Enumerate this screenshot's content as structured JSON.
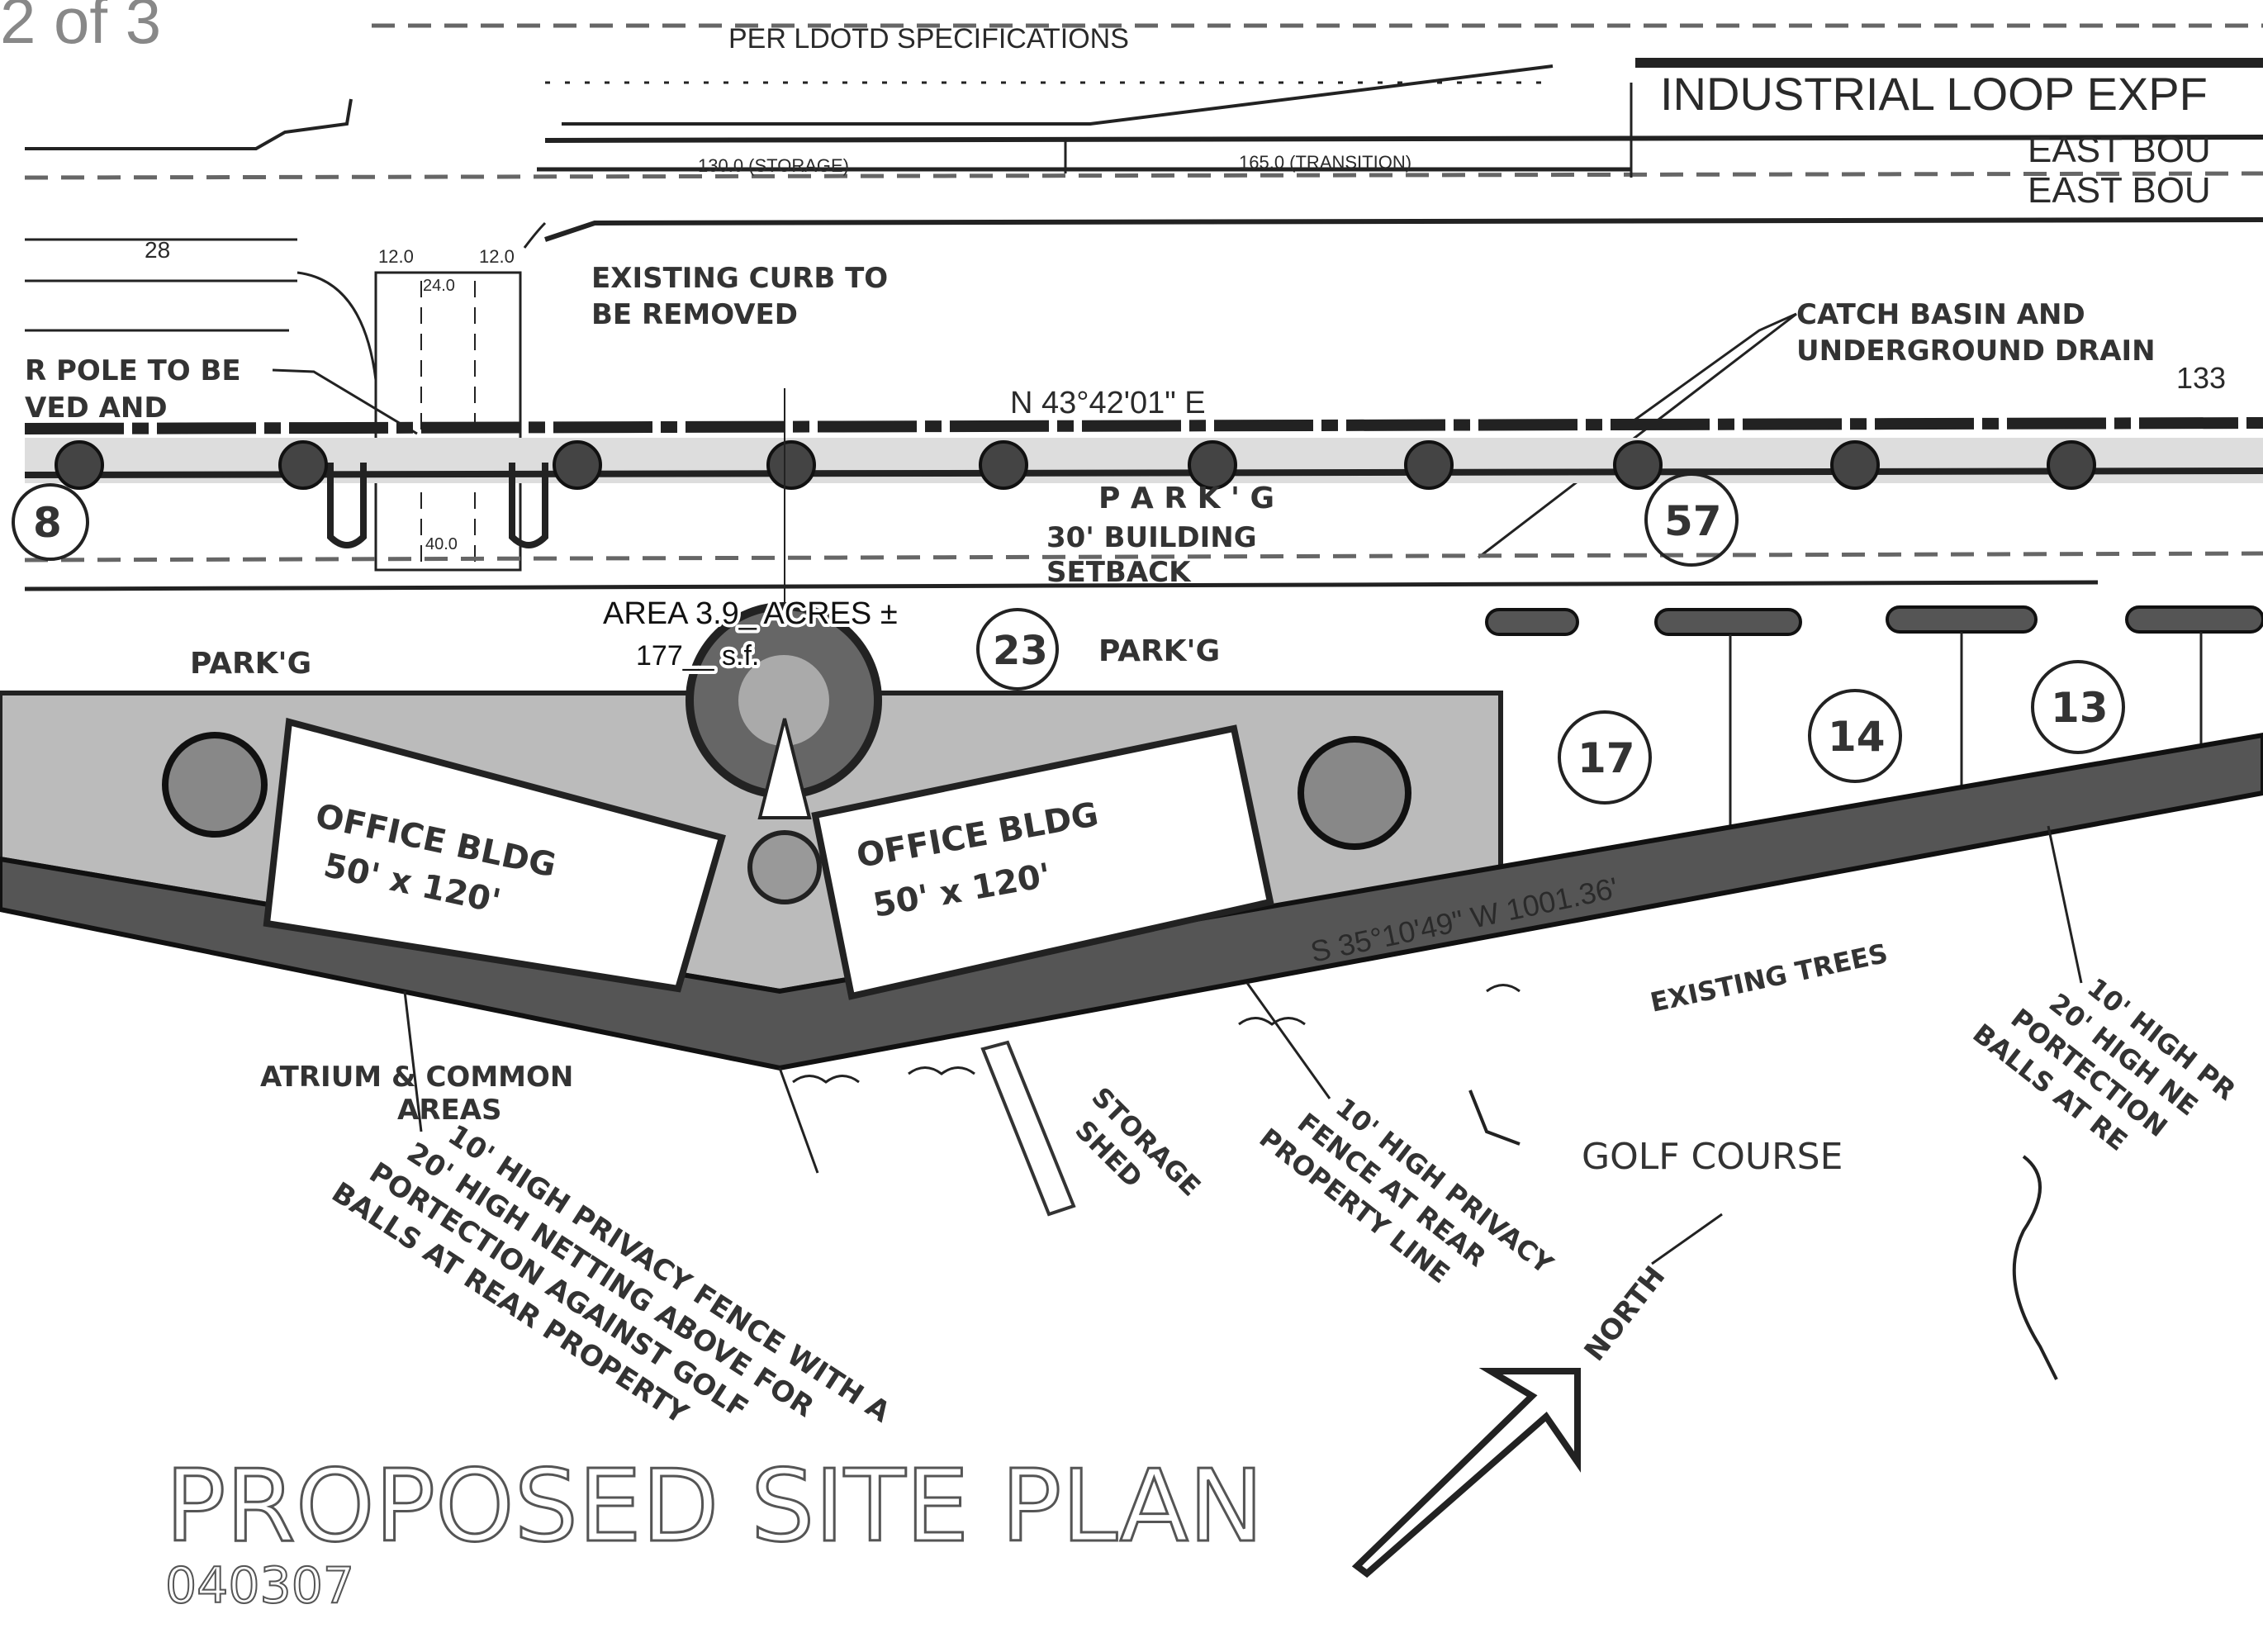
{
  "sheet": {
    "page": "2 of 3"
  },
  "road": {
    "spec_note": "PER LDOTD SPECIFICATIONS",
    "name": "INDUSTRIAL LOOP EXPF",
    "lane_1": "EAST BOU",
    "lane_2": "EAST BOU",
    "storage": "130.0 (STORAGE)",
    "transition": "165.0 (TRANSITION)",
    "dim_1": "12.0",
    "dim_2": "12.0",
    "dim_3": "24.0",
    "dim_4": "40.0",
    "dim_5": "28"
  },
  "notes": {
    "curb_1": "EXISTING CURB TO",
    "curb_2": "BE REMOVED",
    "catch_1": "CATCH BASIN AND",
    "catch_2": "UNDERGROUND DRAIN",
    "catch_3": "133",
    "pole_1": "R POLE TO BE",
    "pole_2": "VED AND",
    "bearing_north": "N 43°42'01\" E",
    "bearing_south": "S 35°10'49\" W 1001.36'",
    "parking_1": "P A R K ' G",
    "parking_2": "PARK'G",
    "parking_3": "PARK'G",
    "setback_1": "30' BUILDING",
    "setback_2": "SETBACK",
    "area_1": "AREA 3.9_ ACRES ±",
    "area_2": "177__ s.f.",
    "existing_trees": "EXISTING TREES",
    "atrium_1": "ATRIUM & COMMON",
    "atrium_2": "AREAS",
    "fence_long": [
      "10' HIGH PRIVACY FENCE WITH A",
      "20' HIGH NETTING ABOVE FOR",
      "PORTECTION AGAINST GOLF",
      "BALLS AT REAR PROPERTY"
    ],
    "storage_shed": [
      "STORAGE",
      "SHED"
    ],
    "fence_rear": [
      "10' HIGH PRIVACY",
      "FENCE AT REAR",
      "PROPERTY LINE"
    ],
    "fence_right": [
      "10' HIGH PR",
      "20' HIGH NE",
      "PORTECTION",
      "BALLS AT RE"
    ],
    "golf_course": "GOLF COURSE",
    "north": "NORTH"
  },
  "buildings": [
    {
      "label": "OFFICE BLDG",
      "size": "50' x 120'"
    },
    {
      "label": "OFFICE BLDG",
      "size": "50' x 120'"
    }
  ],
  "stall_numbers": [
    "8",
    "57",
    "23",
    "17",
    "14",
    "13"
  ],
  "title_block": {
    "title": "PROPOSED SITE PLAN",
    "date": "040307"
  }
}
